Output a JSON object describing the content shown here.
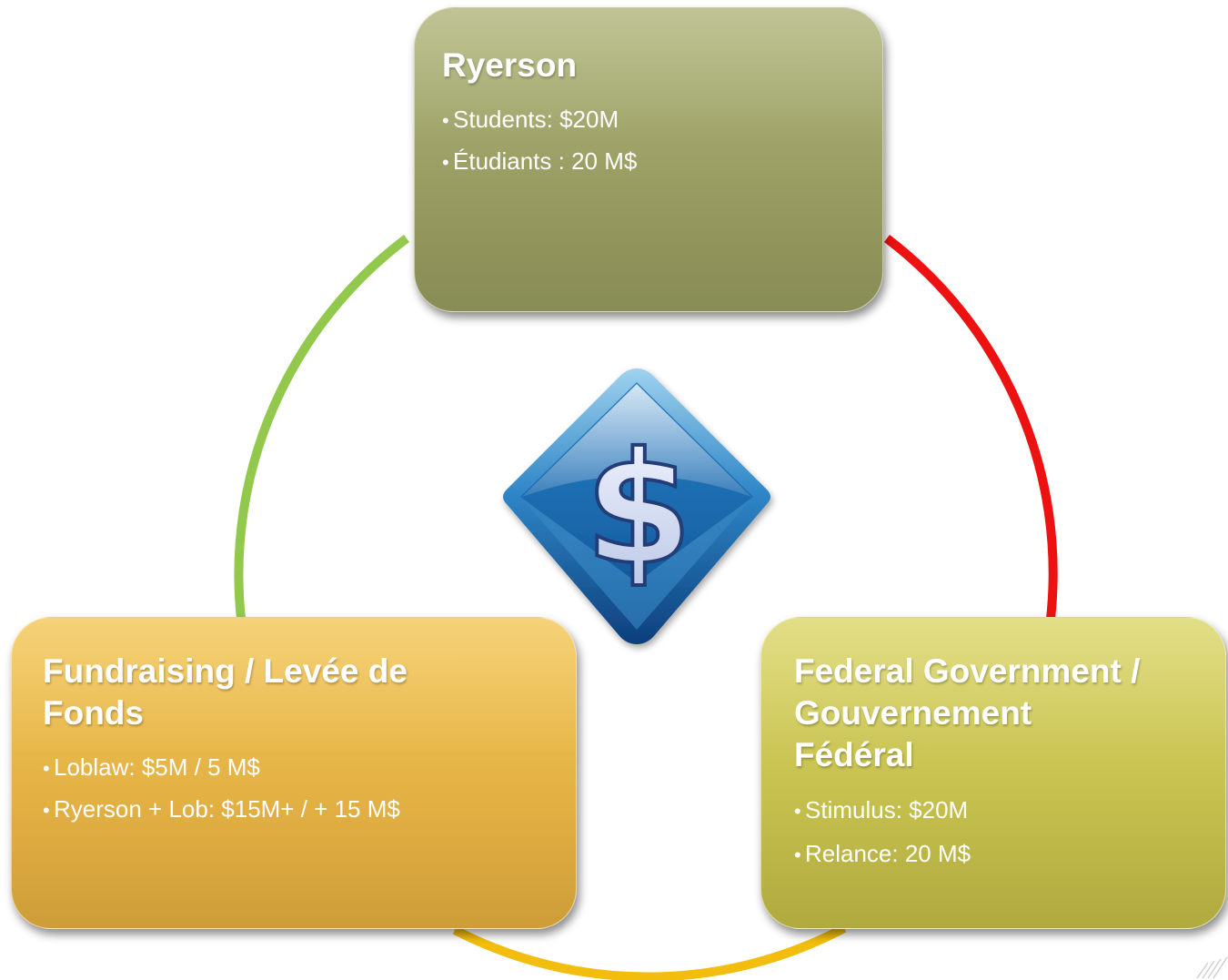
{
  "boxes": {
    "ryerson": {
      "title": "Ryerson",
      "items": [
        "Students: $20M",
        "Étudiants : 20 M$"
      ]
    },
    "fundraising": {
      "title_line1": "Fundraising / Levée de",
      "title_line2": "Fonds",
      "items": [
        "Loblaw: $5M / 5 M$",
        "Ryerson + Lob: $15M+ / + 15 M$"
      ]
    },
    "federal": {
      "title_line1": "Federal Government /",
      "title_line2": "Gouvernement",
      "title_line3": "Fédéral",
      "items": [
        "Stimulus: $20M",
        "Relance: 20 M$"
      ]
    }
  },
  "center_icon": {
    "name": "dollar-diamond-icon",
    "symbol": "$"
  },
  "colors": {
    "arc_left": "#92c84c",
    "arc_right": "#ee1111",
    "arc_bottom": "#f2bd0c",
    "icon_blue": "#1a5fa8"
  }
}
